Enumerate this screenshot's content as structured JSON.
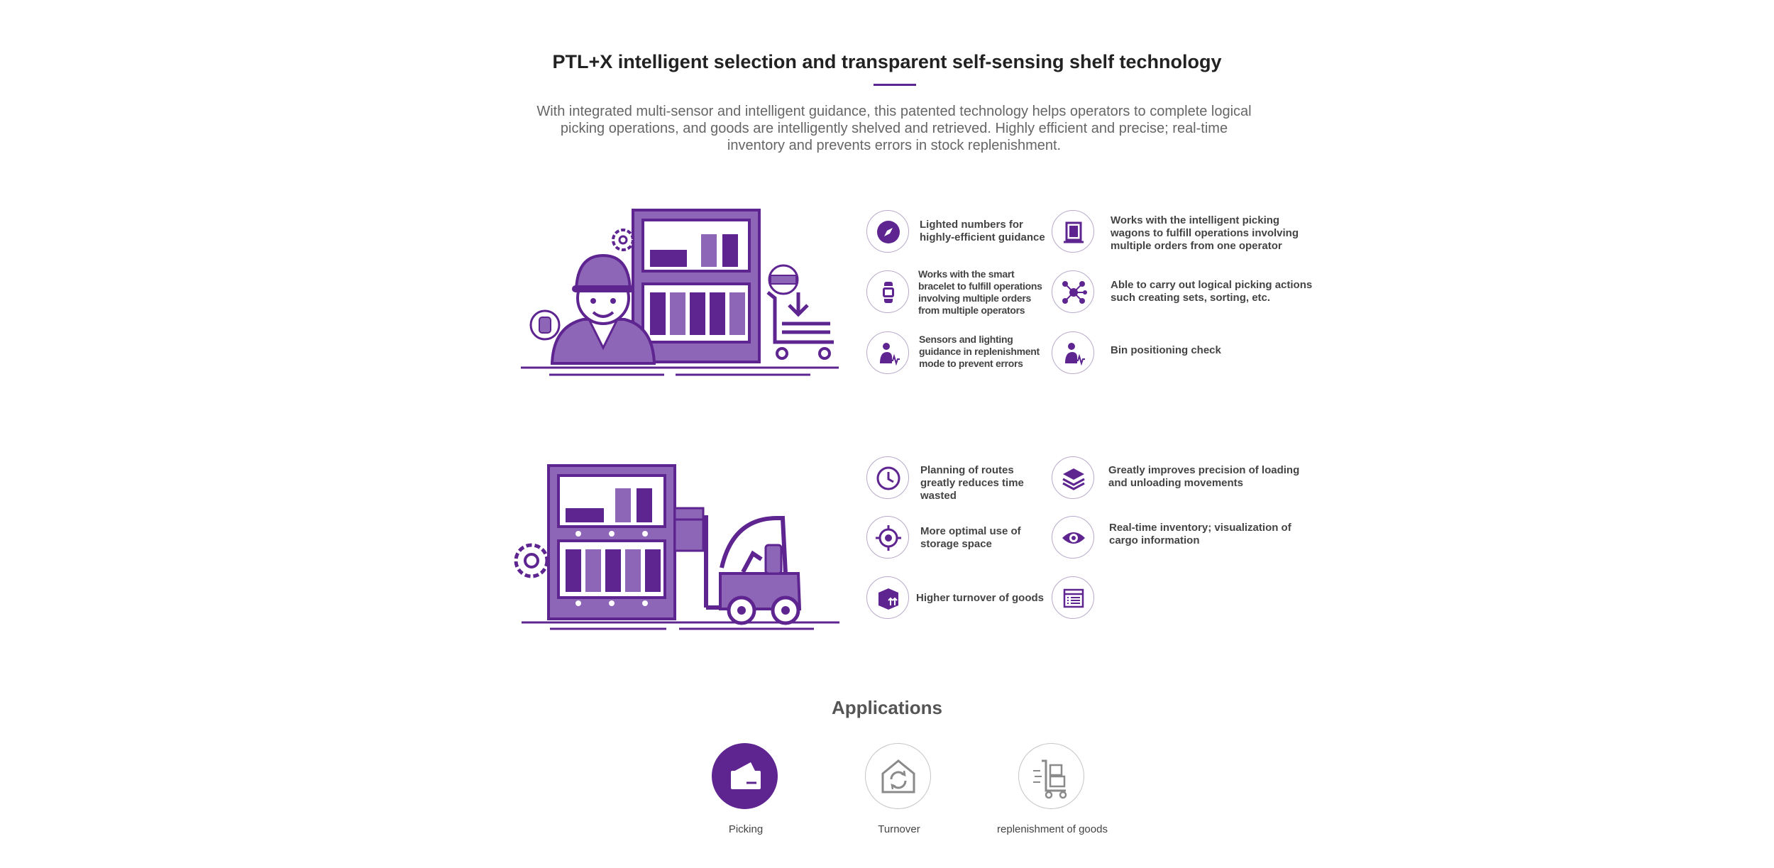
{
  "header": {
    "title": "PTL+X intelligent selection and transparent self-sensing shelf technology",
    "intro": "With integrated multi-sensor and intelligent guidance, this patented technology helps operators to complete logical picking operations, and goods are intelligently shelved and retrieved. Highly efficient and precise; real-time inventory and prevents errors in stock replenishment."
  },
  "section1": {
    "features": [
      {
        "icon": "compass-icon",
        "text": "Lighted numbers for highly-efficient guidance"
      },
      {
        "icon": "tablet-icon",
        "text": "Works with the intelligent picking wagons to fulfill operations involving multiple orders from one operator"
      },
      {
        "icon": "smartwatch-icon",
        "text": "Works with the smart bracelet to fulfill operations involving multiple orders from multiple operators"
      },
      {
        "icon": "network-icon",
        "text": "Able to carry out logical picking actions such creating sets, sorting, etc."
      },
      {
        "icon": "person-pulse-icon",
        "text": "Sensors and lighting guidance in replenishment mode to prevent errors"
      },
      {
        "icon": "person-pulse-icon",
        "text": "Bin positioning check"
      }
    ]
  },
  "section2": {
    "features": [
      {
        "icon": "clock-icon",
        "text": "Planning of routes greatly reduces time wasted"
      },
      {
        "icon": "layers-icon",
        "text": "Greatly improves precision of loading and unloading movements"
      },
      {
        "icon": "target-icon",
        "text": "More optimal use of storage space"
      },
      {
        "icon": "eye-icon",
        "text": "Real-time inventory; visualization of cargo information"
      },
      {
        "icon": "box-arrows-icon",
        "text": "Higher turnover of goods"
      },
      {
        "icon": "list-icon",
        "text": ""
      }
    ]
  },
  "applications": {
    "title": "Applications",
    "items": [
      {
        "label": "Picking",
        "icon": "picking-icon",
        "active": true
      },
      {
        "label": "Turnover",
        "icon": "warehouse-cycle-icon",
        "active": false
      },
      {
        "label": "replenishment of goods",
        "icon": "cart-icon",
        "active": false
      }
    ]
  },
  "colors": {
    "accent": "#5e2591",
    "accent_light": "#8e66b8",
    "border": "#b9aac9"
  }
}
